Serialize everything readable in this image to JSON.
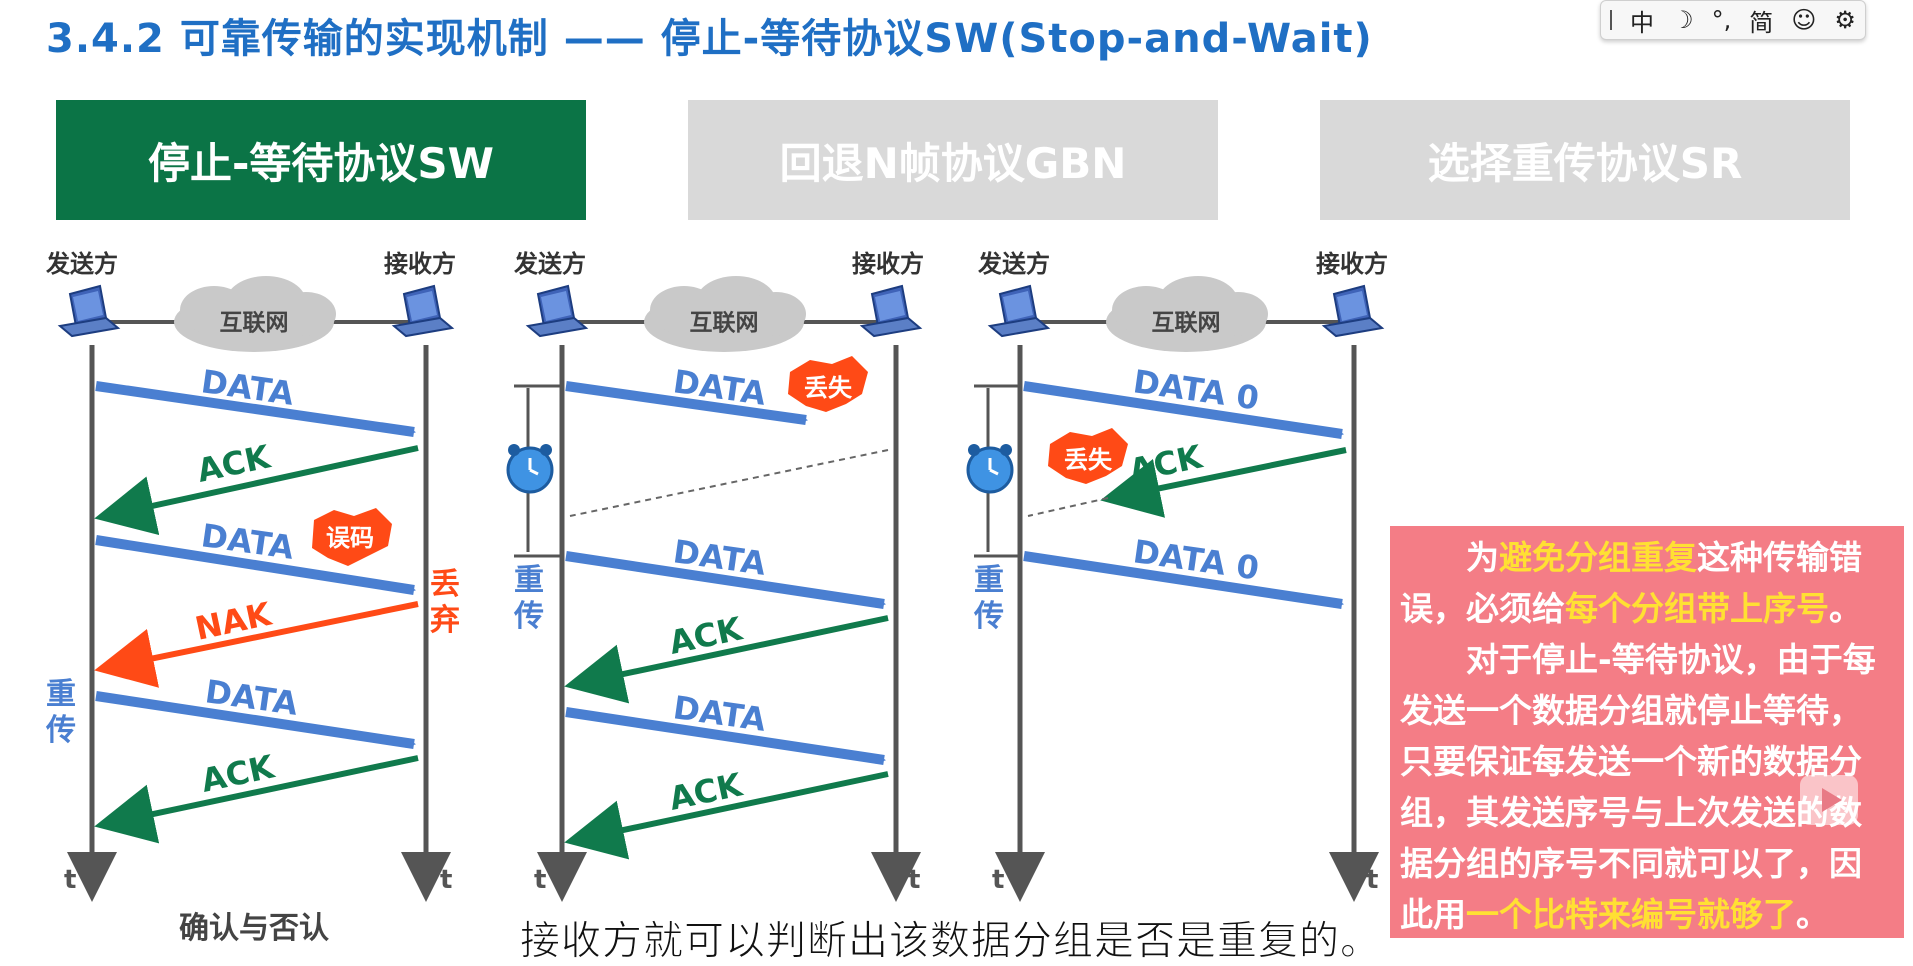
{
  "title": {
    "prefix": "3.4.2 可靠传输的实现机制 —— ",
    "main": "停止-等待协议SW(Stop-and-Wait)"
  },
  "tabs": [
    {
      "label": "停止-等待协议SW",
      "active": true
    },
    {
      "label": "回退N帧协议GBN",
      "active": false
    },
    {
      "label": "选择重传协议SR",
      "active": false
    }
  ],
  "toolbar": {
    "items": [
      "中",
      "☽",
      "°,",
      "简",
      "☺",
      "⚙"
    ]
  },
  "diagrams": {
    "sender": "发送方",
    "receiver": "接收方",
    "network": "互联网",
    "time": "t",
    "d1": {
      "arrows": [
        "DATA",
        "ACK",
        "DATA",
        "NAK",
        "DATA",
        "ACK"
      ],
      "error_badge": "误码",
      "discard": "丢弃",
      "retransmit": "重传",
      "caption": "确认与否认"
    },
    "d2": {
      "arrows": [
        "DATA",
        "DATA",
        "ACK",
        "DATA",
        "ACK"
      ],
      "lost_badge": "丢失",
      "retransmit": "重传"
    },
    "d3": {
      "arrows": [
        "DATA 0",
        "ACK",
        "DATA 0"
      ],
      "lost_badge": "丢失",
      "retransmit": "重传"
    }
  },
  "note": {
    "p1_a": "为",
    "p1_hl1": "避免分组重复",
    "p1_b": "这种传输错误，必须给",
    "p1_hl2": "每个分组带上序号",
    "p1_c": "。",
    "p2_a": "对于停止-等待协议，由于每发送一个数据分组就停止等待，只要保证每发送一个新的数据分组，其发送序号与上次发送的数据分组的序号不同就可以了，因此用",
    "p2_hl": "一个比特来编号就够了",
    "p2_b": "。"
  },
  "subtitle": "接收方就可以判断出该数据分组是否是重复的。",
  "colors": {
    "blue": "#4a7fd1",
    "green": "#107a4c",
    "red": "#ff4a16",
    "tab_active": "#0b7446",
    "note_bg": "#f47d86",
    "highlight": "#ffe033"
  }
}
